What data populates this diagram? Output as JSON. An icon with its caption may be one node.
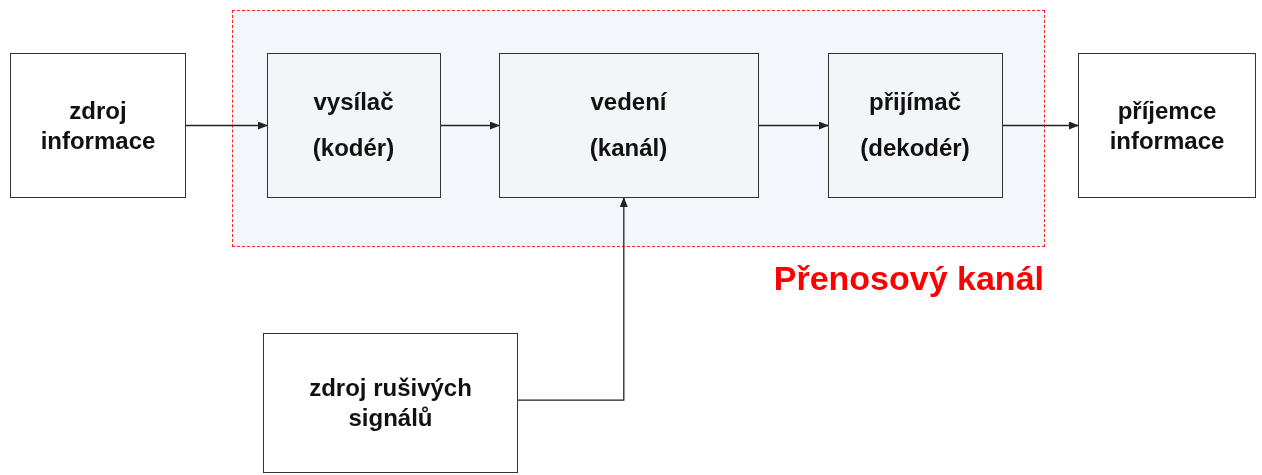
{
  "diagram": {
    "nodes": [
      {
        "text": [
          "zdroj informace"
        ]
      },
      {
        "text": [
          "Přenosový kanál"
        ]
      },
      {
        "text": [
          "vysílač",
          "(kodér)"
        ],
        "in": 1
      },
      {
        "text": [
          "vedení",
          "(kanál)"
        ],
        "in": 1
      },
      {
        "text": [
          "přijímač",
          "(dekodér)"
        ],
        "in": 1
      },
      {
        "text": [
          "příjemce informace"
        ]
      },
      {
        "text": [
          "zdroj rušivých signálů"
        ]
      }
    ],
    "edges": [
      {
        "from": 0,
        "to": 2,
        "arrow": "to"
      },
      {
        "from": 2,
        "to": 3,
        "arrow": "to"
      },
      {
        "from": 3,
        "to": 4,
        "arrow": "to"
      },
      {
        "from": 4,
        "to": 5,
        "arrow": "to"
      },
      {
        "from": 6,
        "to": 3,
        "arrow": "to"
      }
    ]
  }
}
